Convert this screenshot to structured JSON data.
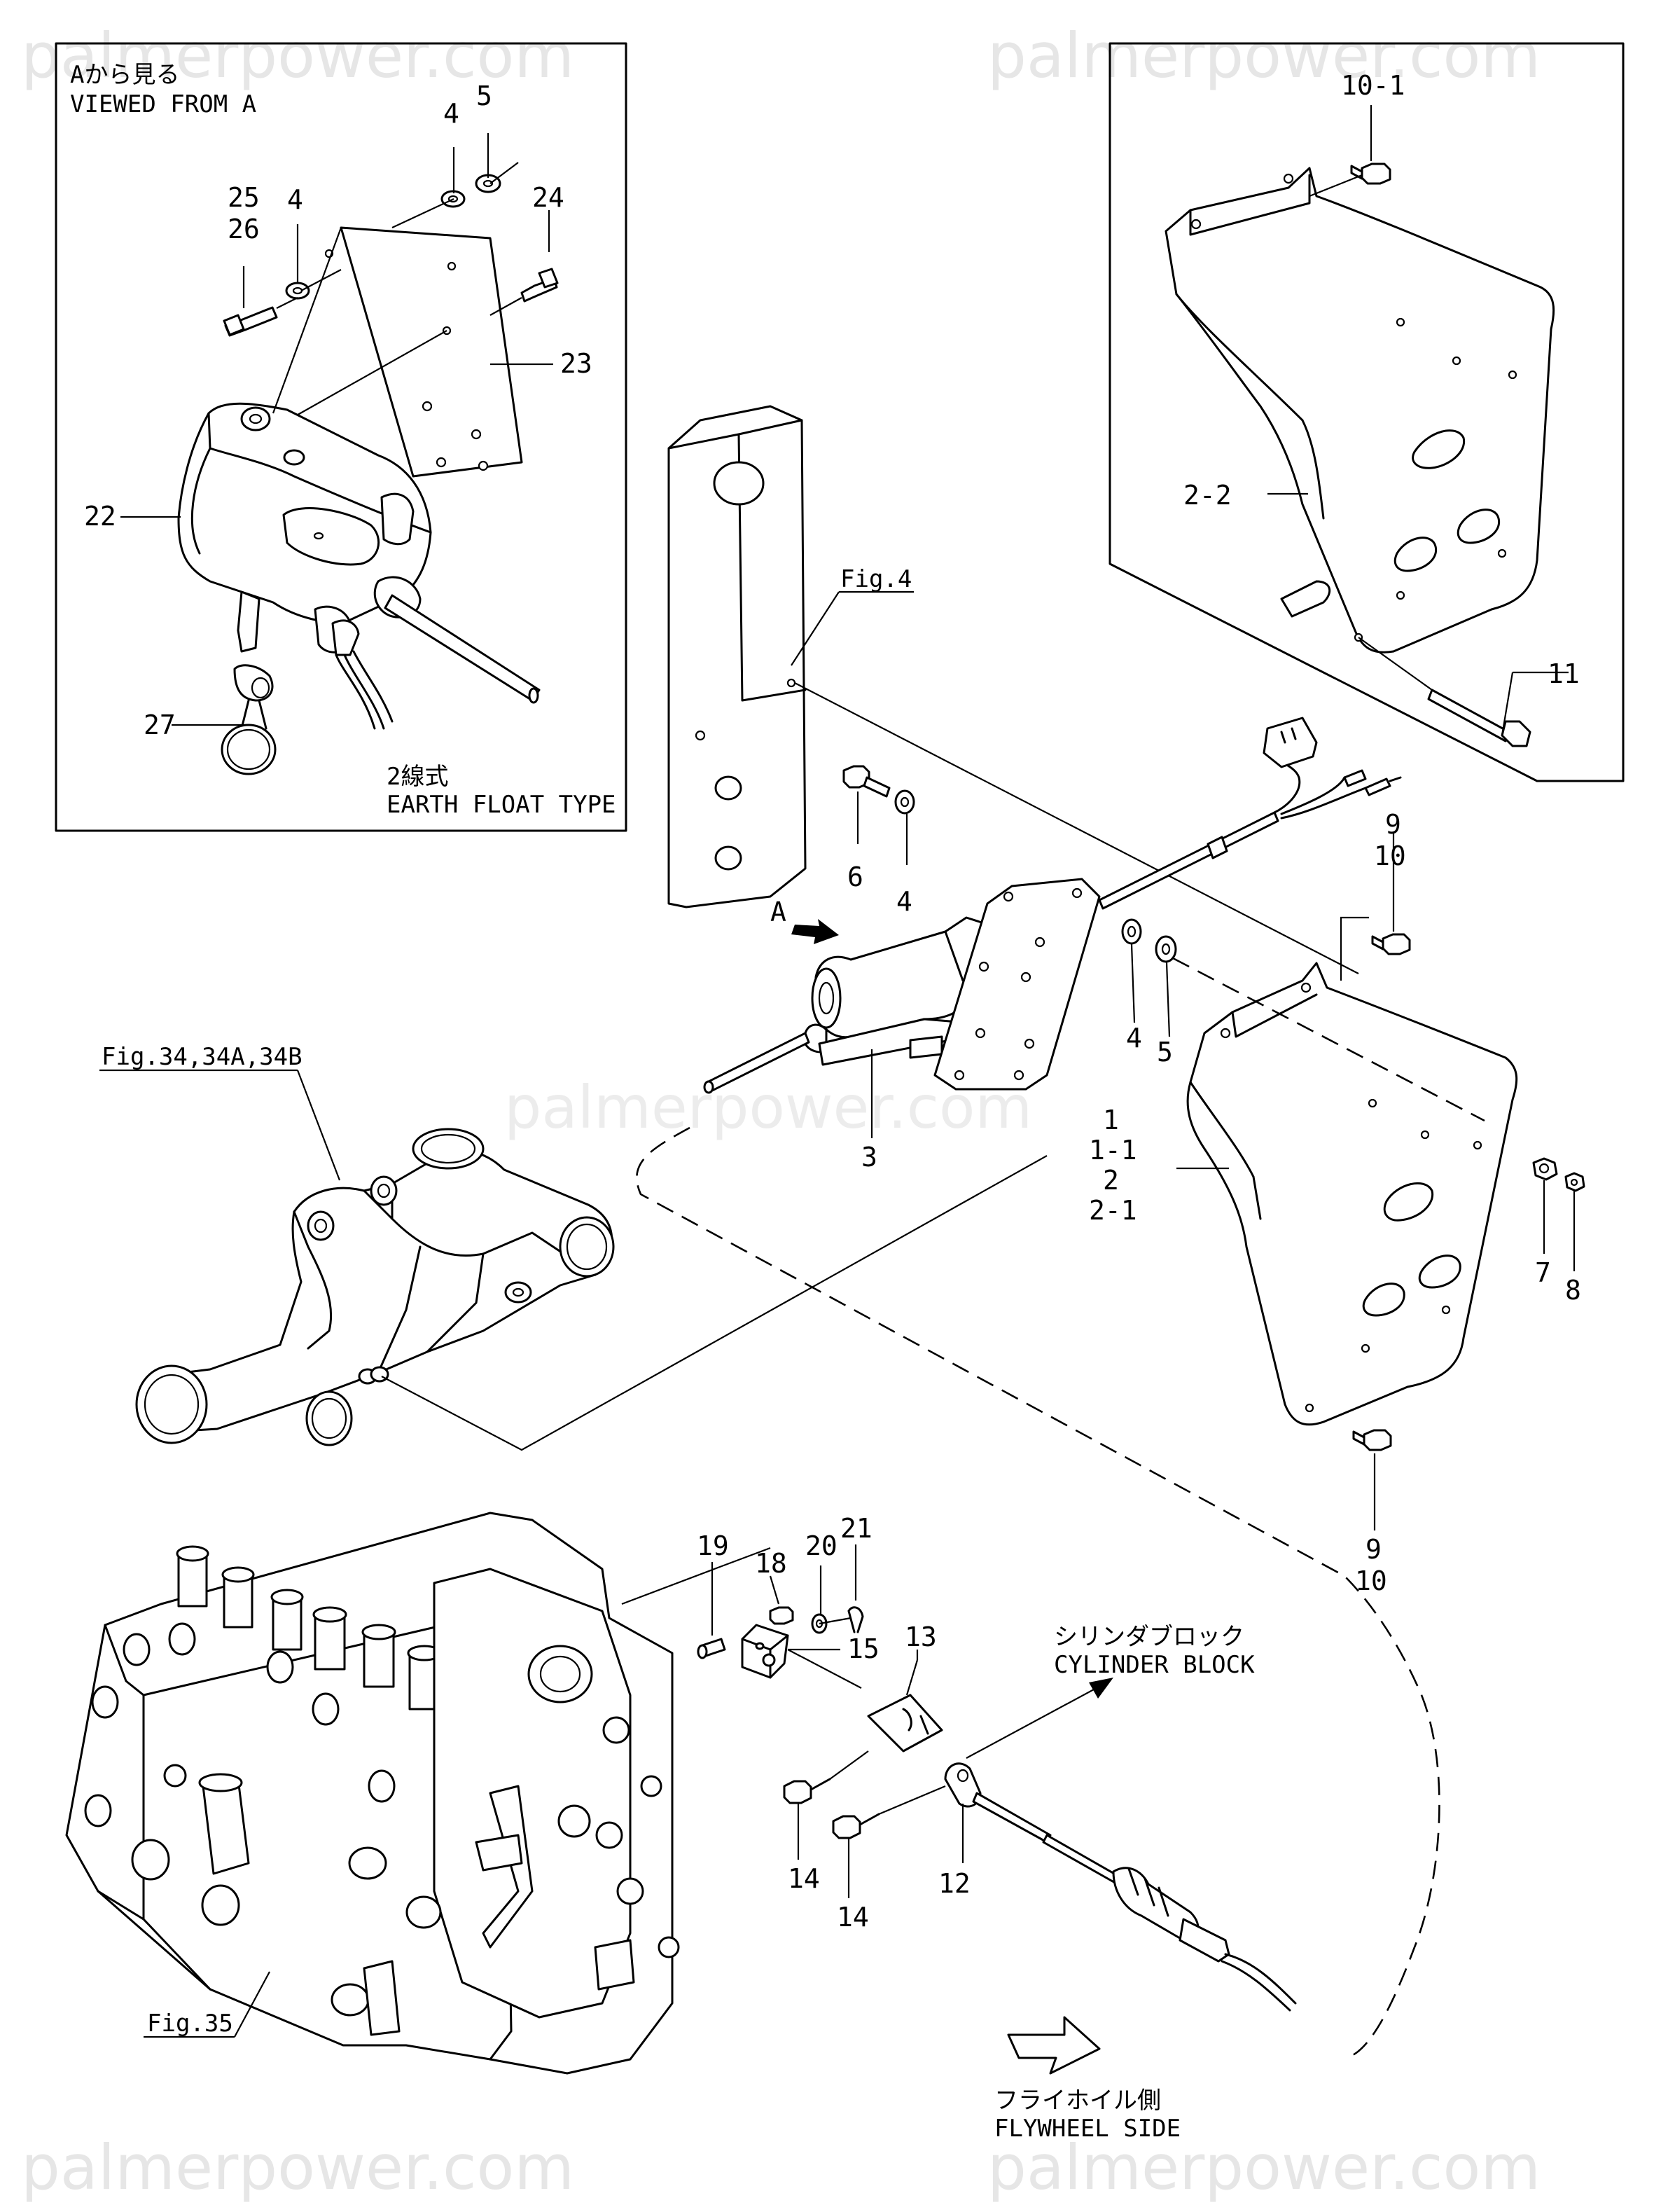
{
  "watermark": {
    "text": "palmerpower.com"
  },
  "inset_view_a": {
    "title_jp": "Aから見る",
    "title_en": "VIEWED FROM A",
    "type_jp": "2線式",
    "type_en": "EARTH FLOAT TYPE"
  },
  "figure_refs": {
    "fig4": "Fig.4",
    "fig34": "Fig.34,34A,34B",
    "fig35": "Fig.35"
  },
  "directions": {
    "view_a_marker": "A",
    "cylinder_block_jp": "シリンダブロック",
    "cylinder_block_en": "CYLINDER BLOCK",
    "flywheel_side_jp": "フライホイル側",
    "flywheel_side_en": "FLYWHEEL SIDE"
  },
  "callouts": {
    "inset": [
      "4",
      "5",
      "24",
      "25",
      "26",
      "4",
      "23",
      "22",
      "27"
    ],
    "upper_right": [
      "10-1",
      "2-2",
      "11"
    ],
    "main_upper": [
      "6",
      "4",
      "9",
      "10",
      "4",
      "5",
      "3",
      "1",
      "1-1",
      "2",
      "2-1",
      "7",
      "8",
      "9",
      "10"
    ],
    "lower": [
      "21",
      "20",
      "18",
      "19",
      "15",
      "13",
      "14",
      "14",
      "12"
    ]
  }
}
